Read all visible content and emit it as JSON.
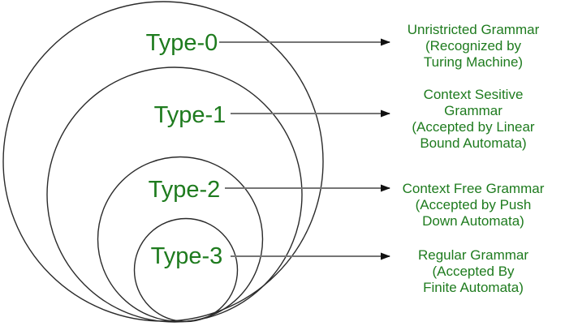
{
  "diagram": {
    "background_color": "#ffffff",
    "label_color": "#1e7b1e",
    "description_color": "#1e7b1e",
    "circle_stroke_color": "#2a2a2a",
    "arrow_line_color": "#757575",
    "arrow_head_color": "#111111",
    "levels": [
      {
        "label": "Type-0",
        "description_lines": [
          "Unristricted Grammar",
          "(Recognized by",
          "Turing Machine)"
        ]
      },
      {
        "label": "Type-1",
        "description_lines": [
          "Context Sesitive",
          "Grammar",
          "(Accepted by Linear",
          "Bound Automata)"
        ]
      },
      {
        "label": "Type-2",
        "description_lines": [
          "Context Free Grammar",
          "(Accepted by Push",
          "Down Automata)"
        ]
      },
      {
        "label": "Type-3",
        "description_lines": [
          "Regular Grammar",
          "(Accepted By",
          "Finite Automata)"
        ]
      }
    ]
  }
}
